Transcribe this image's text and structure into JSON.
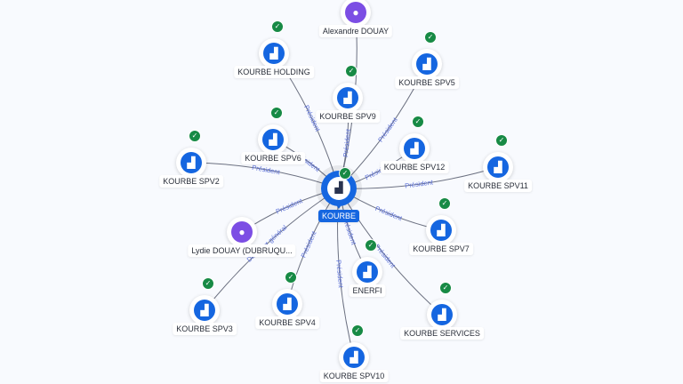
{
  "center": {
    "label": "KOURBE",
    "icon": "company-icon",
    "verified": true
  },
  "nodes": [
    {
      "id": "alexandre",
      "label": "Alexandre DOUAY",
      "type": "person"
    },
    {
      "id": "holding",
      "label": "KOURBE HOLDING",
      "type": "company"
    },
    {
      "id": "spv5",
      "label": "KOURBE SPV5",
      "type": "company"
    },
    {
      "id": "spv9",
      "label": "KOURBE SPV9",
      "type": "company"
    },
    {
      "id": "spv6",
      "label": "KOURBE SPV6",
      "type": "company"
    },
    {
      "id": "spv12",
      "label": "KOURBE SPV12",
      "type": "company"
    },
    {
      "id": "spv11",
      "label": "KOURBE SPV11",
      "type": "company"
    },
    {
      "id": "spv2",
      "label": "KOURBE SPV2",
      "type": "company"
    },
    {
      "id": "lydie",
      "label": "Lydie DOUAY (DUBRUQU...",
      "type": "person"
    },
    {
      "id": "spv7",
      "label": "KOURBE SPV7",
      "type": "company"
    },
    {
      "id": "enerfi",
      "label": "ENERFI",
      "type": "company"
    },
    {
      "id": "spv3",
      "label": "KOURBE SPV3",
      "type": "company"
    },
    {
      "id": "spv4",
      "label": "KOURBE SPV4",
      "type": "company"
    },
    {
      "id": "services",
      "label": "KOURBE SERVICES",
      "type": "company"
    },
    {
      "id": "spv10",
      "label": "KOURBE SPV10",
      "type": "company"
    }
  ],
  "edges": [
    {
      "to": "alexandre",
      "label": "Président"
    },
    {
      "to": "holding",
      "label": "Président"
    },
    {
      "to": "spv5",
      "label": "Président"
    },
    {
      "to": "spv9",
      "label": "Président"
    },
    {
      "to": "spv6",
      "label": "Président"
    },
    {
      "to": "spv12",
      "label": "Président"
    },
    {
      "to": "spv11",
      "label": "Président"
    },
    {
      "to": "spv2",
      "label": "Président"
    },
    {
      "to": "lydie",
      "label": "Président"
    },
    {
      "to": "spv7",
      "label": "Président"
    },
    {
      "to": "enerfi",
      "label": "Président"
    },
    {
      "to": "spv3",
      "label": "Directeur général"
    },
    {
      "to": "spv4",
      "label": "Président"
    },
    {
      "to": "services",
      "label": "Président"
    },
    {
      "to": "spv10",
      "label": "Président"
    }
  ],
  "colors": {
    "company": "#1566e0",
    "person": "#7c4ee4",
    "verified": "#178a45",
    "edge": "#6b7080",
    "edge_label": "#5a6fd8"
  }
}
